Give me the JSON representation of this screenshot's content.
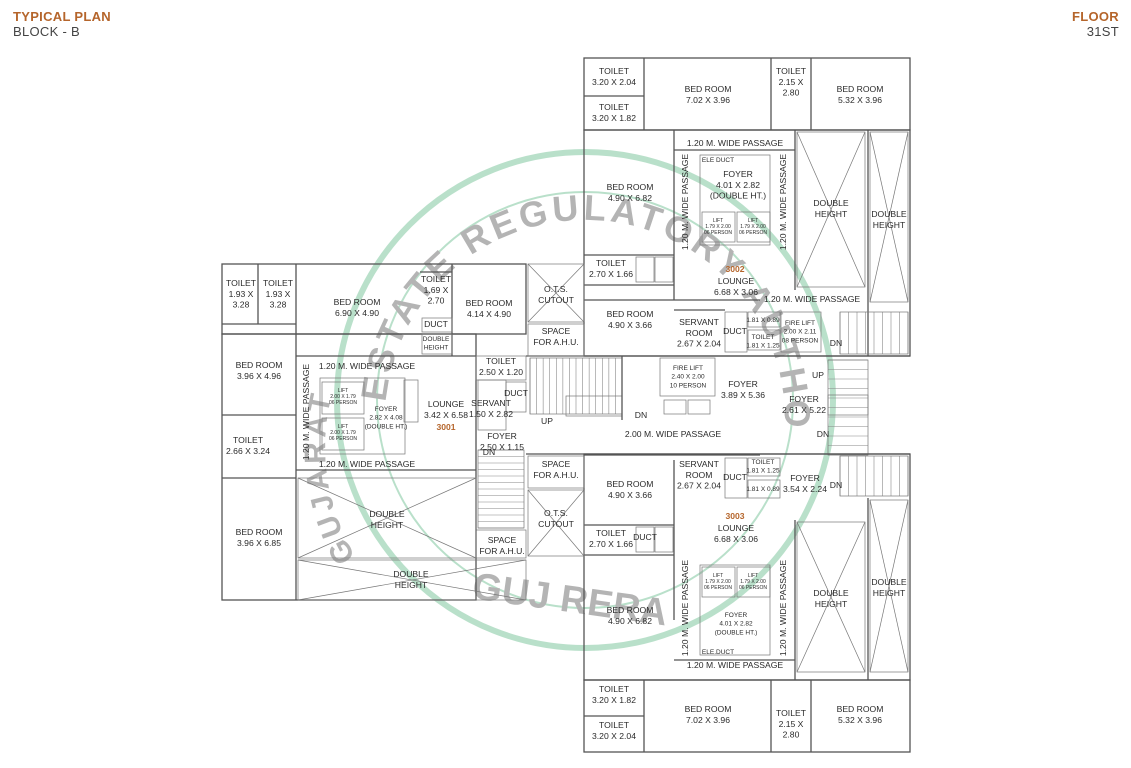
{
  "header": {
    "left_title": "TYPICAL PLAN",
    "left_subtitle": "BLOCK - B",
    "right_title": "FLOOR",
    "right_subtitle": "31ST",
    "title_color": "#b5652b"
  },
  "watermark": {
    "arc_top": "REAL ESTATE REGULATORY AUTHORITY",
    "arc_left": "GUJARAT",
    "bottom": "GUJ RERA",
    "color": "#3aa86b"
  },
  "units": [
    {
      "id": "3001",
      "color": "#b5652b"
    },
    {
      "id": "3002",
      "color": "#b5652b"
    },
    {
      "id": "3003",
      "color": "#b5652b"
    }
  ],
  "labels": {
    "t_ul_a": [
      "TOILET",
      "3.20 X 2.04"
    ],
    "t_ul_b": [
      "TOILET",
      "3.20 X 1.82"
    ],
    "br_top_mid": [
      "BED ROOM",
      "7.02 X 3.96"
    ],
    "t_top_r": [
      "TOILET",
      "2.15 X",
      "2.80"
    ],
    "br_top_r": [
      "BED ROOM",
      "5.32 X 3.96"
    ],
    "pass_top": [
      "1.20 M. WIDE PASSAGE"
    ],
    "br_3002a": [
      "BED ROOM",
      "4.90 X 6.82"
    ],
    "foyer_3002": [
      "FOYER",
      "4.01 X 2.82",
      "(DOUBLE HT.)"
    ],
    "ele_duct_top": [
      "ELE DUCT"
    ],
    "dh_3002a": [
      "DOUBLE",
      "HEIGHT"
    ],
    "dh_3002b": [
      "DOUBLE",
      "HEIGHT"
    ],
    "t_3002": [
      "TOILET",
      "2.70 X 1.66"
    ],
    "unit_3002": [
      "3002"
    ],
    "lounge_3002": [
      "LOUNGE",
      "6.68 X 3.06"
    ],
    "pass_3002": [
      "1.20 M. WIDE PASSAGE"
    ],
    "ots_top": [
      "O.T.S.",
      "CUTOUT"
    ],
    "ahu_top": [
      "SPACE",
      "FOR A.H.U."
    ],
    "br_3002b": [
      "BED ROOM",
      "4.90 X 3.66"
    ],
    "serv_3002": [
      "SERVANT",
      "ROOM",
      "2.67 X 2.04"
    ],
    "duct_3002": [
      "DUCT"
    ],
    "small_3002a": [
      "1.81 X 0.89"
    ],
    "small_3002b": [
      "TOILET",
      "1.81 X 1.25"
    ],
    "firelift_r": [
      "FIRE LIFT",
      "2.00 X 2.11",
      "08 PERSON"
    ],
    "dn_r_top": [
      "DN"
    ],
    "t_l_a": [
      "TOILET",
      "1.93 X",
      "3.28"
    ],
    "t_l_b": [
      "TOILET",
      "1.93 X",
      "3.28"
    ],
    "br_3001a": [
      "BED ROOM",
      "6.90 X 4.90"
    ],
    "t_3001": [
      "TOILET",
      "1.69 X",
      "2.70"
    ],
    "duct_3001": [
      "DUCT"
    ],
    "dh_3001s": [
      "DOUBLE",
      "HEIGHT"
    ],
    "br_3001b": [
      "BED ROOM",
      "4.14 X 4.90"
    ],
    "br_3001c": [
      "BED ROOM",
      "3.96 X 4.96"
    ],
    "pass_3001a": [
      "1.20 M. WIDE PASSAGE"
    ],
    "foyer_3001": [
      "FOYER",
      "2.82 X 4.08",
      "(DOUBLE HT.)"
    ],
    "lounge_3001": [
      "LOUNGE",
      "3.42 X 6.58"
    ],
    "unit_3001": [
      "3001"
    ],
    "t_3001b": [
      "TOILET",
      "2.50 X 1.20"
    ],
    "serv_3001": [
      "SERVANT",
      "1.50 X 2.82"
    ],
    "duct_3001b": [
      "DUCT"
    ],
    "foyer_3001b": [
      "FOYER",
      "2.50 X 1.15"
    ],
    "pass_3001b": [
      "1.20 M. WIDE PASSAGE"
    ],
    "t_3001c": [
      "TOILET",
      "2.66 X 3.24"
    ],
    "br_3001d": [
      "BED ROOM",
      "3.96 X 6.85"
    ],
    "dh_3001a": [
      "DOUBLE",
      "HEIGHT"
    ],
    "dh_3001b": [
      "DOUBLE",
      "HEIGHT"
    ],
    "firelift_c": [
      "FIRE LIFT",
      "2.40 X 2.00",
      "10 PERSON"
    ],
    "foyer_c": [
      "FOYER",
      "3.89 X 5.36"
    ],
    "foyer_r": [
      "FOYER",
      "2.61 X 5.22"
    ],
    "pass_c": [
      "2.00 M. WIDE PASSAGE"
    ],
    "up_l": [
      "UP"
    ],
    "dn_l": [
      "DN"
    ],
    "dn_c": [
      "DN"
    ],
    "up_r": [
      "UP"
    ],
    "dn_r": [
      "DN"
    ],
    "ahu_bot": [
      "SPACE",
      "FOR A.H.U."
    ],
    "ots_bot": [
      "O.T.S.",
      "CUTOUT"
    ],
    "ahu_bot2": [
      "SPACE",
      "FOR A.H.U."
    ],
    "br_3003a": [
      "BED ROOM",
      "4.90 X 3.66"
    ],
    "serv_3003": [
      "SERVANT",
      "ROOM",
      "2.67 X 2.04"
    ],
    "duct_3003": [
      "DUCT"
    ],
    "small_3003a": [
      "TOILET",
      "1.81 X 1.25"
    ],
    "small_3003b": [
      "1.81 X 0.89"
    ],
    "foyer_3003r": [
      "FOYER",
      "3.54 X 2.24"
    ],
    "dn_r_bot": [
      "DN"
    ],
    "unit_3003": [
      "3003"
    ],
    "lounge_3003": [
      "LOUNGE",
      "6.68 X 3.06"
    ],
    "t_3003": [
      "TOILET",
      "2.70 X 1.66"
    ],
    "duct_3003b": [
      "DUCT"
    ],
    "br_3003b": [
      "BED ROOM",
      "4.90 X 6.82"
    ],
    "foyer_3003": [
      "FOYER",
      "4.01 X 2.82",
      "(DOUBLE HT.)"
    ],
    "ele_duct_bot": [
      "ELE.DUCT"
    ],
    "dh_3003a": [
      "DOUBLE",
      "HEIGHT"
    ],
    "dh_3003b": [
      "DOUBLE",
      "HEIGHT"
    ],
    "pass_bot": [
      "1.20 M. WIDE PASSAGE"
    ],
    "t_bl_a": [
      "TOILET",
      "3.20 X 1.82"
    ],
    "t_bl_b": [
      "TOILET",
      "3.20 X 2.04"
    ],
    "br_bot_mid": [
      "BED ROOM",
      "7.02 X 3.96"
    ],
    "t_bot_r": [
      "TOILET",
      "2.15 X",
      "2.80"
    ],
    "br_bot_r": [
      "BED ROOM",
      "5.32 X 3.96"
    ],
    "vpass_3002a": [
      "1.20 M. WIDE PASSAGE"
    ],
    "vpass_3002b": [
      "1.20 M. WIDE PASSAGE"
    ],
    "vpass_3001": [
      "1.20 M. WIDE PASSAGE"
    ],
    "vpass_3003a": [
      "1.20 M. WIDE PASSAGE"
    ],
    "vpass_3003b": [
      "1.20 M. WIDE PASSAGE"
    ]
  },
  "lifts": [
    [
      "LIFT",
      "1.79 X 2.00",
      "06 PERSON"
    ],
    [
      "LIFT",
      "1.79 X 2.00",
      "06 PERSON"
    ],
    [
      "LIFT",
      "2.00 X 1.79",
      "06 PERSON"
    ],
    [
      "LIFT",
      "2.00 X 1.79",
      "06 PERSON"
    ],
    [
      "LIFT",
      "1.79 X 2.00",
      "06 PERSON"
    ],
    [
      "LIFT",
      "1.79 X 2.00",
      "06 PERSON"
    ]
  ]
}
